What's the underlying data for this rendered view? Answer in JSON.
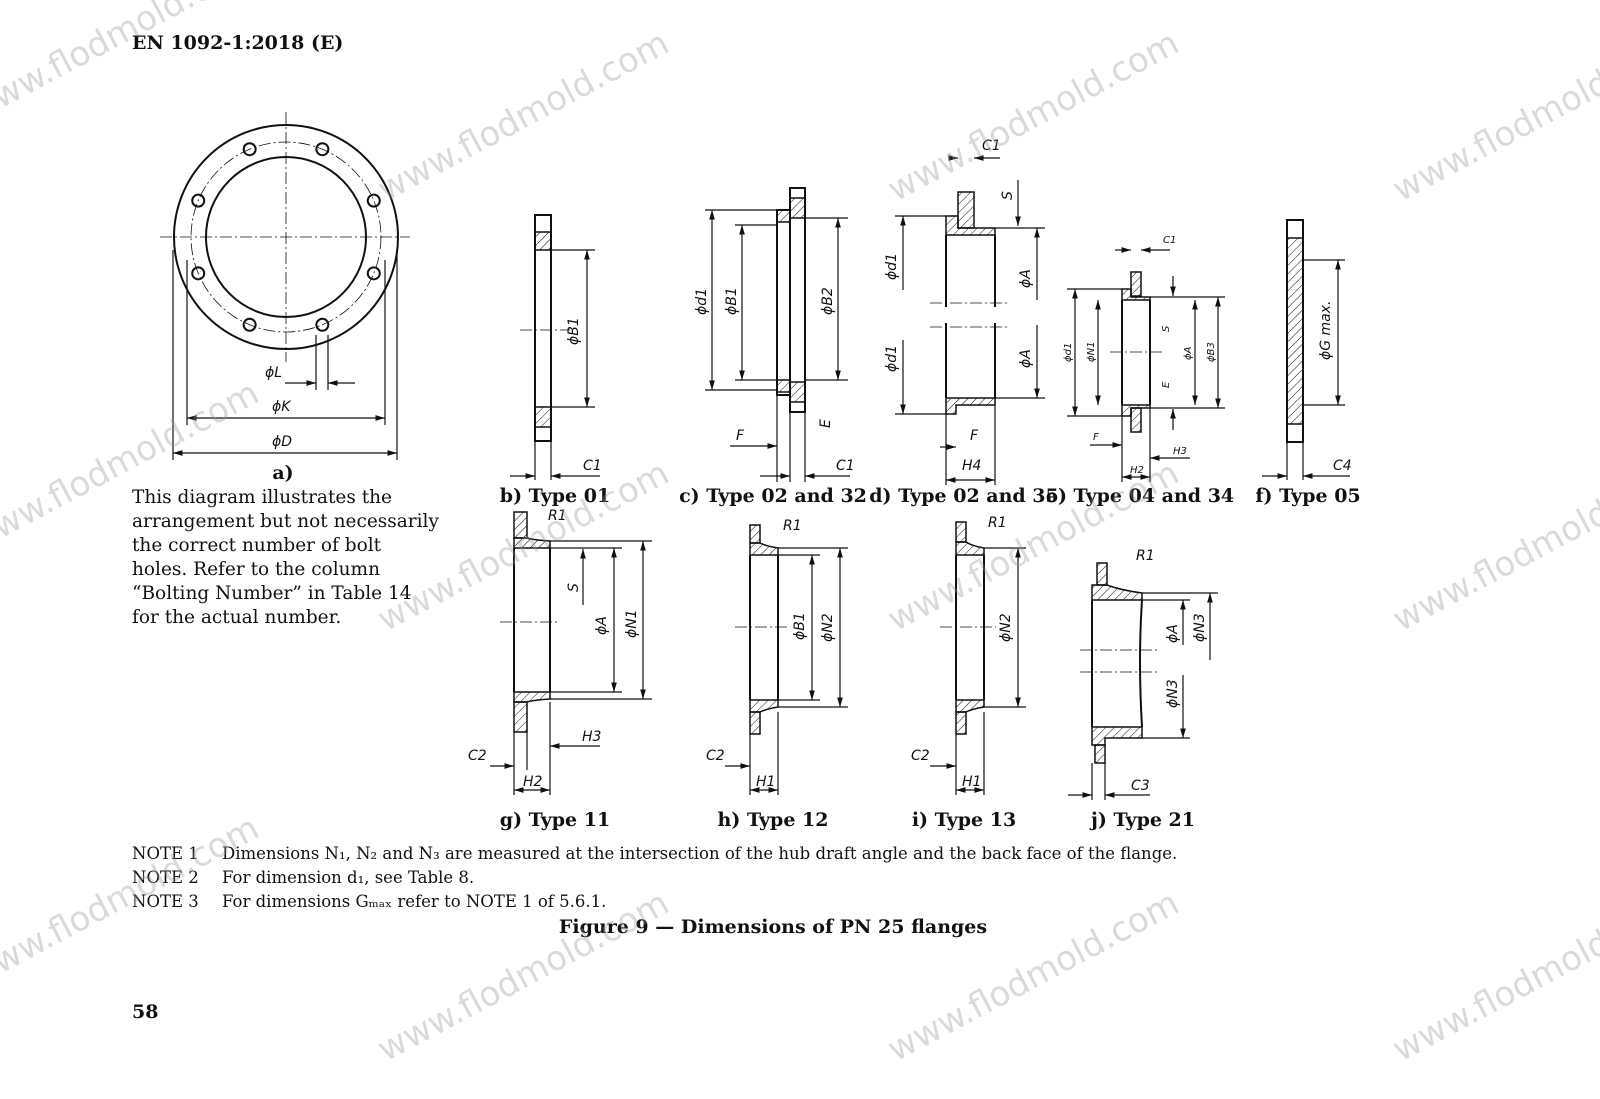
{
  "header": "EN 1092-1:2018 (E)",
  "page_number": "58",
  "watermark": "www.flodmold.com",
  "description": "This diagram illustrates the arrangement but not necessarily the correct number of bolt holes. Refer to the column “Bolting Number” in Table 14 for the actual number.",
  "figures": {
    "a": {
      "caption": "a)",
      "labels": [
        "ϕL",
        "ϕK",
        "ϕD"
      ]
    },
    "b": {
      "caption": "b) Type 01",
      "labels": [
        "ϕB1",
        "C1"
      ]
    },
    "c": {
      "caption": "c) Type 02 and 32",
      "labels": [
        "ϕd1",
        "ϕB1",
        "ϕB2",
        "F",
        "E",
        "C1"
      ]
    },
    "d": {
      "caption": "d) Type 02 and 35",
      "labels": [
        "C1",
        "S",
        "ϕd1",
        "ϕA",
        "ϕd1",
        "ϕA",
        "F",
        "H4"
      ]
    },
    "e": {
      "caption": "e) Type 04 and 34",
      "labels": [
        "C1",
        "ϕd1",
        "ϕN1",
        "S",
        "ϕA",
        "ϕB3",
        "E",
        "F",
        "H3",
        "H2"
      ]
    },
    "f": {
      "caption": "f) Type 05",
      "labels": [
        "ϕG max.",
        "C4"
      ]
    },
    "g": {
      "caption": "g) Type 11",
      "labels": [
        "R1",
        "S",
        "ϕA",
        "ϕN1",
        "H3",
        "C2",
        "H2"
      ]
    },
    "h": {
      "caption": "h) Type 12",
      "labels": [
        "R1",
        "ϕB1",
        "ϕN2",
        "C2",
        "H1"
      ]
    },
    "i": {
      "caption": "i) Type 13",
      "labels": [
        "R1",
        "ϕN2",
        "C2",
        "H1"
      ]
    },
    "j": {
      "caption": "j) Type 21",
      "labels": [
        "R1",
        "ϕA",
        "ϕN3",
        "ϕN3",
        "C3"
      ]
    }
  },
  "notes": [
    {
      "key": "NOTE 1",
      "text": "Dimensions N₁, N₂ and N₃ are measured at the intersection of the hub draft angle and the back face of the flange."
    },
    {
      "key": "NOTE 2",
      "text": "For dimension d₁, see Table 8."
    },
    {
      "key": "NOTE 3",
      "text": "For dimensions Gₘₐₓ refer to NOTE 1 of 5.6.1."
    }
  ],
  "figure_title": "Figure 9 — Dimensions of PN 25 flanges"
}
